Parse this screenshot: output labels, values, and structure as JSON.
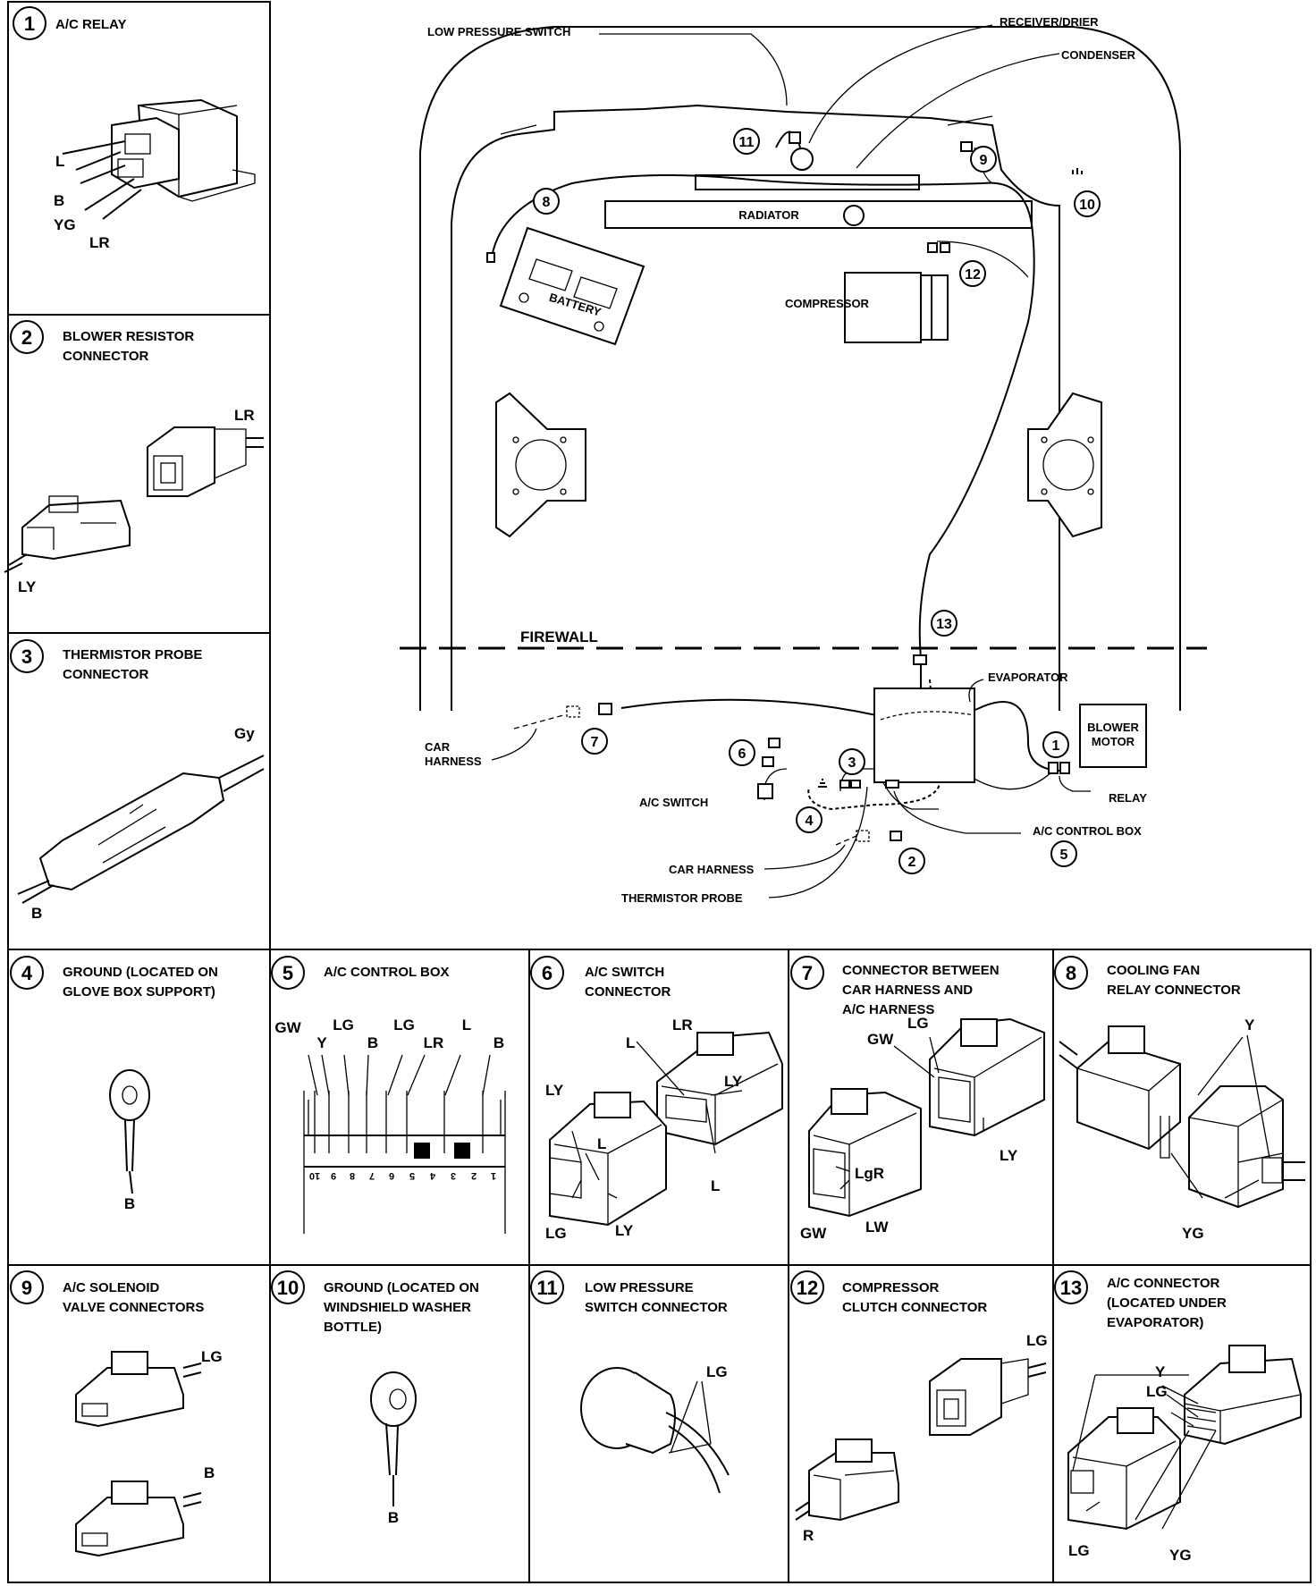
{
  "panels": {
    "p1": {
      "number": "1",
      "title": "A/C RELAY",
      "wires": [
        "L",
        "B",
        "YG",
        "LR"
      ]
    },
    "p2": {
      "number": "2",
      "title_lines": [
        "BLOWER RESISTOR",
        "CONNECTOR"
      ],
      "wires": [
        "LR",
        "LY"
      ]
    },
    "p3": {
      "number": "3",
      "title_lines": [
        "THERMISTOR PROBE",
        "CONNECTOR"
      ],
      "wires": [
        "Gy",
        "B"
      ]
    },
    "p4": {
      "number": "4",
      "title_lines": [
        "GROUND (LOCATED ON",
        "GLOVE BOX SUPPORT)"
      ],
      "wires": [
        "B"
      ]
    },
    "p5": {
      "number": "5",
      "title": "A/C CONTROL BOX",
      "wires": [
        "GW",
        "Y",
        "LG",
        "B",
        "LG",
        "LR",
        "L",
        "B"
      ],
      "pins": [
        "10",
        "9",
        "8",
        "7",
        "6",
        "5",
        "4",
        "3",
        "2",
        "1"
      ]
    },
    "p6": {
      "number": "6",
      "title_lines": [
        "A/C SWITCH",
        "CONNECTOR"
      ],
      "wires": [
        "LR",
        "L",
        "LY",
        "LY",
        "L",
        "L",
        "LG",
        "LY"
      ]
    },
    "p7": {
      "number": "7",
      "title_lines": [
        "CONNECTOR BETWEEN",
        "CAR HARNESS AND",
        "A/C HARNESS"
      ],
      "wires": [
        "LG",
        "GW",
        "LY",
        "LgR",
        "GW",
        "LW"
      ]
    },
    "p8": {
      "number": "8",
      "title_lines": [
        "COOLING FAN",
        "RELAY CONNECTOR"
      ],
      "wires": [
        "Y",
        "YG"
      ]
    },
    "p9": {
      "number": "9",
      "title_lines": [
        "A/C SOLENOID",
        "VALVE CONNECTORS"
      ],
      "wires": [
        "LG",
        "B"
      ]
    },
    "p10": {
      "number": "10",
      "title_lines": [
        "GROUND (LOCATED ON",
        "WINDSHIELD WASHER",
        "BOTTLE)"
      ],
      "wires": [
        "B"
      ]
    },
    "p11": {
      "number": "11",
      "title_lines": [
        "LOW PRESSURE",
        "SWITCH CONNECTOR"
      ],
      "wires": [
        "LG"
      ]
    },
    "p12": {
      "number": "12",
      "title_lines": [
        "COMPRESSOR",
        "CLUTCH CONNECTOR"
      ],
      "wires": [
        "LG",
        "R"
      ]
    },
    "p13": {
      "number": "13",
      "title_lines": [
        "A/C CONNECTOR",
        "(LOCATED UNDER",
        "EVAPORATOR)"
      ],
      "wires": [
        "Y",
        "LG",
        "LG",
        "YG"
      ]
    }
  },
  "main": {
    "labels": {
      "low_pressure_switch": "LOW PRESSURE SWITCH",
      "receiver_drier": "RECEIVER/DRIER",
      "condenser": "CONDENSER",
      "radiator": "RADIATOR",
      "battery": "BATTERY",
      "compressor": "COMPRESSOR",
      "firewall": "FIREWALL",
      "evaporator": "EVAPORATOR",
      "blower_motor_1": "BLOWER",
      "blower_motor_2": "MOTOR",
      "relay": "RELAY",
      "car_harness_1a": "CAR",
      "car_harness_1b": "HARNESS",
      "ac_switch": "A/C SWITCH",
      "ac_control_box": "A/C CONTROL BOX",
      "car_harness_2": "CAR HARNESS",
      "thermistor_probe": "THERMISTOR PROBE"
    },
    "callouts": [
      "1",
      "2",
      "3",
      "4",
      "5",
      "6",
      "7",
      "8",
      "9",
      "10",
      "11",
      "12",
      "13"
    ]
  }
}
